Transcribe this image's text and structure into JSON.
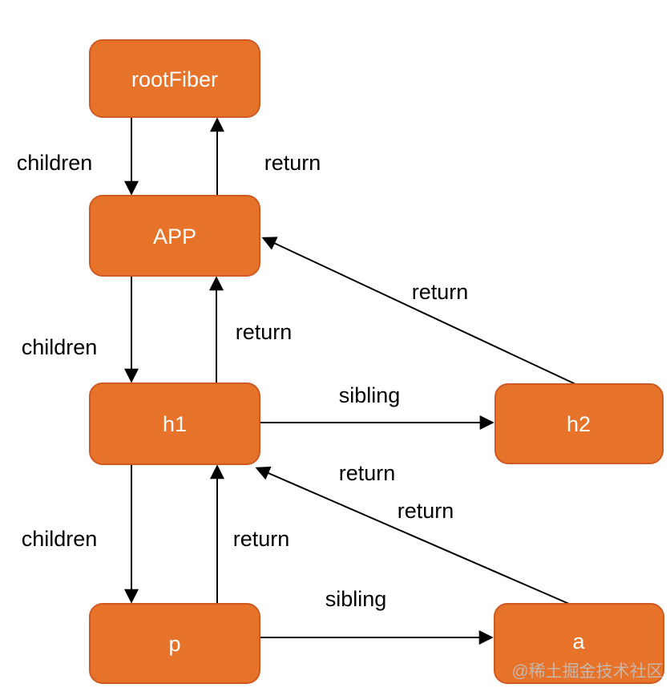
{
  "diagram": {
    "colors": {
      "background": "#ffffff",
      "node-fill": "#e7732b",
      "node-border": "#cf5a21",
      "node-text": "#ffffff",
      "edge": "#000000",
      "label": "#000000",
      "watermark": "#c4beb8"
    },
    "nodes": {
      "rootFiber": {
        "label": "rootFiber"
      },
      "app": {
        "label": "APP"
      },
      "h1": {
        "label": "h1"
      },
      "h2": {
        "label": "h2"
      },
      "p": {
        "label": "p"
      },
      "a": {
        "label": "a"
      }
    },
    "edges": {
      "children_rootfiber_app": {
        "label": "children"
      },
      "return_app_rootfiber": {
        "label": "return"
      },
      "children_app_h1": {
        "label": "children"
      },
      "return_h1_app": {
        "label": "return"
      },
      "return_h2_app": {
        "label": "return"
      },
      "sibling_h1_h2": {
        "label": "sibling"
      },
      "return_a_h1_upper": {
        "label": "return"
      },
      "return_a_h1_lower": {
        "label": "return"
      },
      "children_h1_p": {
        "label": "children"
      },
      "return_p_h1": {
        "label": "return"
      },
      "sibling_p_a": {
        "label": "sibling"
      }
    },
    "watermark": "@稀土掘金技术社区"
  }
}
